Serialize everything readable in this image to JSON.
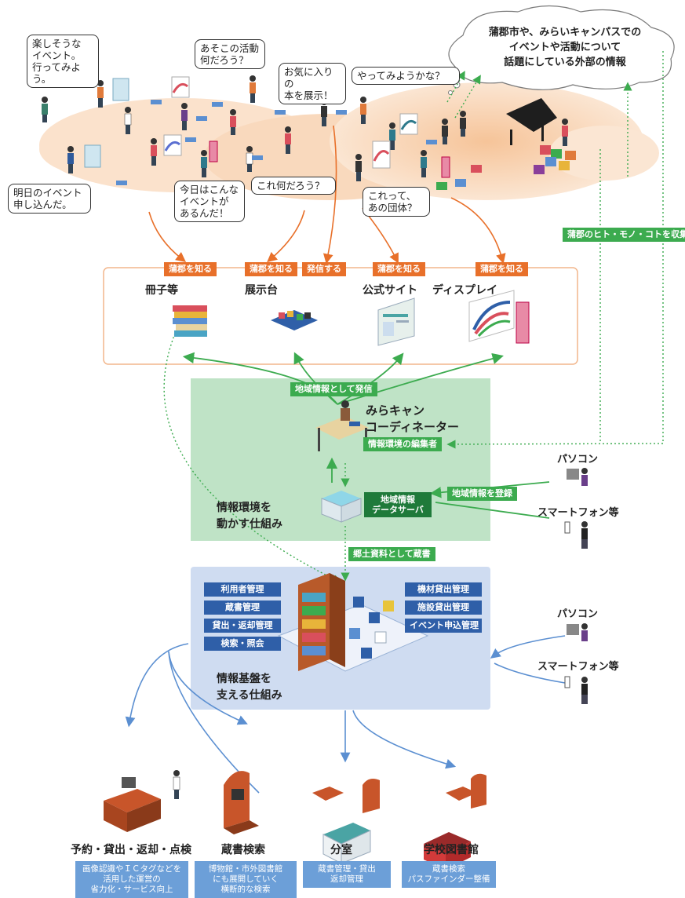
{
  "speech": {
    "fun_event": "楽しそうな\nイベント。\n行ってみよう。",
    "that_activity": "あそこの活動\n何だろう？",
    "favorite_book": "お気に入りの\n本を展示！",
    "lets_try": "やってみようかな？",
    "applied_tomorrow": "明日のイベント\n申し込んだ。",
    "todays_event": "今日はこんな\nイベントが\nあるんだ！",
    "what_is_this": "これ何だろう？",
    "that_group": "これって、\nあの団体？"
  },
  "cloud": {
    "text": "蒲郡市や、みらいキャンパスでの\nイベントや活動について\n話題にしている外部の情報"
  },
  "tags": {
    "know_1": "蒲郡を知る",
    "know_2": "蒲郡を知る",
    "send": "発信する",
    "know_3": "蒲郡を知る",
    "know_4": "蒲郡を知る",
    "collect": "蒲郡のヒト・モノ・コトを収集",
    "regional_send": "地域情報として発信",
    "editor": "情報環境の編集者",
    "register": "地域情報を登録",
    "archive": "郷土資料として蔵書"
  },
  "channels": {
    "booklet": "冊子等",
    "display_stand": "展示台",
    "website": "公式サイト",
    "display": "ディスプレイ"
  },
  "coordinator": {
    "title": "みらキャン\nコーディネーター"
  },
  "server": {
    "label": "地域情報\nデータサーバ"
  },
  "sections": {
    "move": "情報環境を\n動かす仕組み",
    "support": "情報基盤を\n支える仕組み"
  },
  "devices": {
    "pc_1": "パソコン",
    "phone_1": "スマートフォン等",
    "pc_2": "パソコン",
    "phone_2": "スマートフォン等"
  },
  "infra_left": [
    "利用者管理",
    "蔵書管理",
    "貸出・返却管理",
    "検索・照会"
  ],
  "infra_right": [
    "機材貸出管理",
    "施設貸出管理",
    "イベント申込管理"
  ],
  "bottom": [
    {
      "label": "予約・貸出・返却・点検",
      "desc": "画像認識やＩＣタグなどを\n活用した運営の\n省力化・サービス向上"
    },
    {
      "label": "蔵書検索",
      "desc": "博物館・市外図書館\nにも展開していく\n横断的な検索"
    },
    {
      "label": "分室",
      "desc": "蔵書管理・貸出\n返却管理"
    },
    {
      "label": "学校図書館",
      "desc": "蔵書検索\nパスファインダー整備"
    }
  ],
  "colors": {
    "orange": "#e8702a",
    "green": "#3cab4f",
    "dark_green": "#1f7a3a",
    "green_panel": "#bfe3c6",
    "blue": "#2f5fa8",
    "blue_panel": "#cfdcf1",
    "blue_desc": "#6c9fd8",
    "peach": "#f7d2b0"
  }
}
